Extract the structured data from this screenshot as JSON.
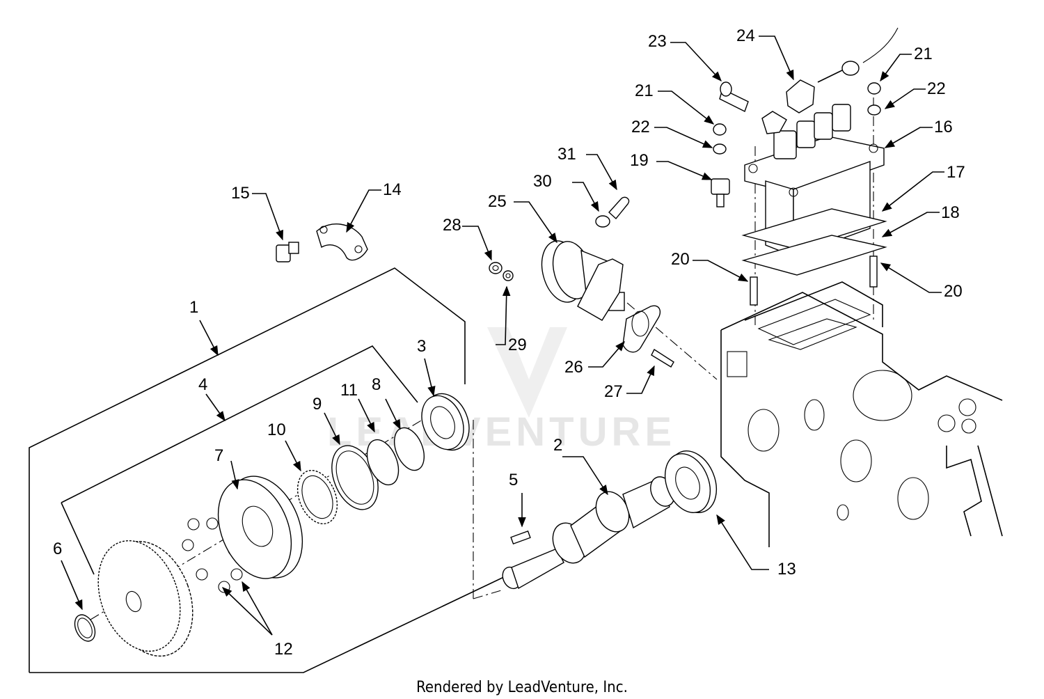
{
  "diagram": {
    "callouts": [
      "1",
      "2",
      "3",
      "4",
      "5",
      "6",
      "7",
      "8",
      "9",
      "10",
      "11",
      "12",
      "13",
      "14",
      "15",
      "16",
      "17",
      "18",
      "19",
      "20",
      "20",
      "21",
      "21",
      "22",
      "22",
      "23",
      "24",
      "25",
      "26",
      "27",
      "28",
      "29",
      "30",
      "31"
    ],
    "footer": "Rendered by LeadVenture, Inc.",
    "watermark": "LEADVENTURE"
  }
}
